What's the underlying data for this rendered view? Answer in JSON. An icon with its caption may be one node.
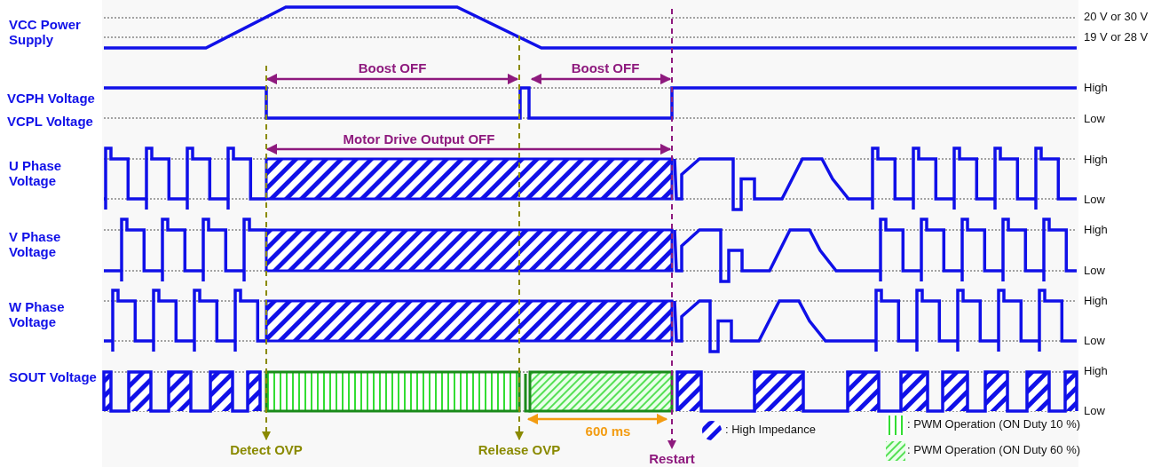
{
  "diagram": {
    "nodes": [
      {
        "text": [
          "Detect OVP"
        ]
      },
      {
        "text": [
          "Release OVP"
        ]
      },
      {
        "text": [
          "Restart"
        ]
      }
    ],
    "edges": [
      {
        "from": null,
        "to": 0,
        "arrow": "to",
        "style": "dashed"
      },
      {
        "from": null,
        "to": 1,
        "arrow": "to",
        "style": "dashed"
      },
      {
        "from": null,
        "to": 2,
        "arrow": "to",
        "style": "dashed",
        "color": "#8e1a7e"
      }
    ],
    "labels": [
      "VCC Power Supply",
      "20 V or 30 V",
      "19 V or 28 V",
      "Boost OFF",
      "Boost OFF",
      "VCPH Voltage",
      "High",
      "VCPL Voltage",
      "Low",
      "Motor Drive Output OFF",
      "U Phase Voltage",
      "High",
      "Low",
      "V Phase Voltage",
      "High",
      "Low",
      "W Phase Voltage",
      "High",
      "Low",
      "SOUT Voltage",
      "High",
      "Low",
      "600 ms"
    ],
    "legend": [
      {
        "text": ": High Impedance"
      },
      {
        "text": ": PWM Operation (ON Duty 10 %)"
      },
      {
        "text": ": PWM Operation (ON Duty 60 %)"
      }
    ]
  }
}
